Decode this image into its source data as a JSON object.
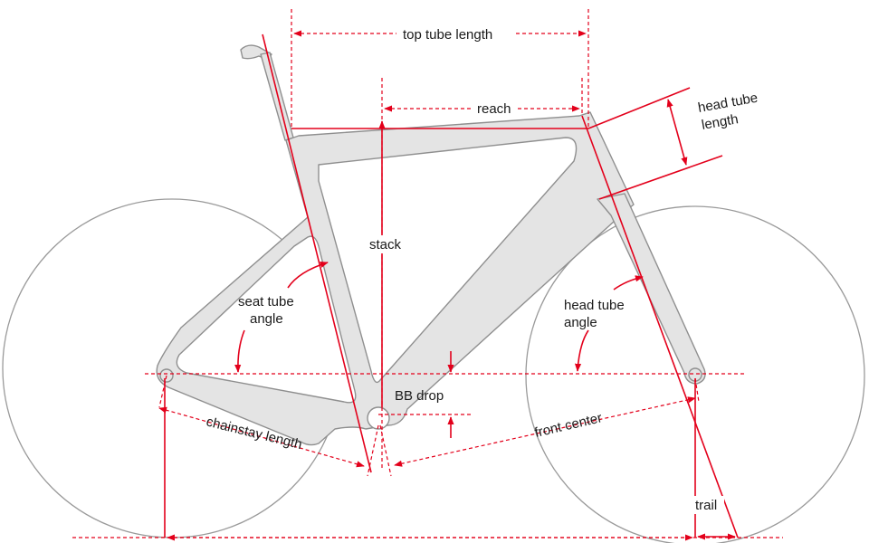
{
  "labels": {
    "top_tube_length": "top tube length",
    "reach": "reach",
    "head_tube_length_line1": "head tube",
    "head_tube_length_line2": "length",
    "stack": "stack",
    "seat_tube_angle_line1": "seat tube",
    "seat_tube_angle_line2": "angle",
    "head_tube_angle_line1": "head tube",
    "head_tube_angle_line2": "angle",
    "bb_drop": "BB drop",
    "chainstay_length": "chainstay length",
    "front_center": "front center",
    "trail": "trail"
  },
  "colors": {
    "measurement_red": "#e3001b",
    "frame_fill": "#e4e4e4",
    "frame_outline": "#8f8f8f",
    "wheel_outline": "#9a9a9a",
    "text": "#1a1a1a"
  }
}
